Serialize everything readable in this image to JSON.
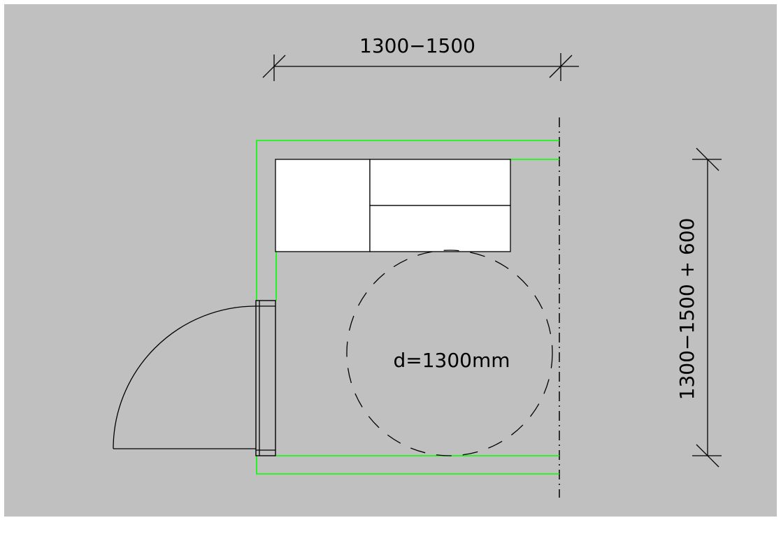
{
  "drawing": {
    "width_dimension": "1300−1500",
    "depth_dimension": "1300−1500 + 600",
    "turning_circle_label": "d=1300mm"
  },
  "colors": {
    "background": "#c0c0c0",
    "wall_line": "#00ff00",
    "fixture_fill": "#ffffff",
    "linework": "#000000"
  }
}
